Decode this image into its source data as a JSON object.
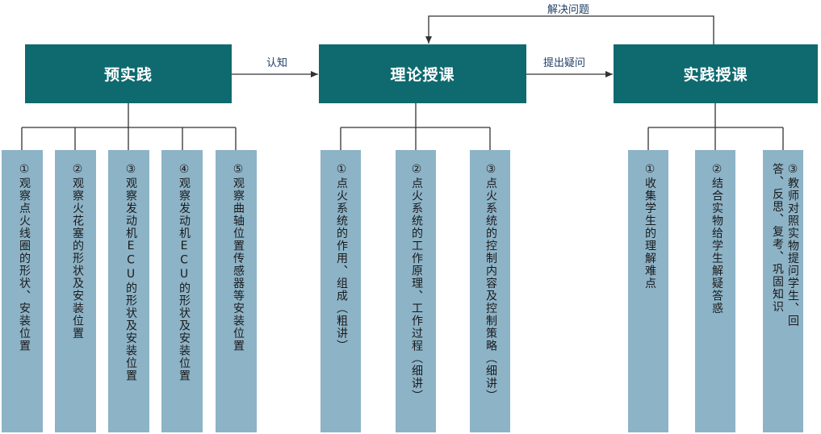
{
  "stages": [
    {
      "title": "预实践"
    },
    {
      "title": "理论授课"
    },
    {
      "title": "实践授课"
    }
  ],
  "arrows": {
    "recognize": "认知",
    "ask": "提出疑问",
    "solve": "解决问题"
  },
  "pre_items": [
    "①观察点火线圈的形状、安装位置",
    "②观察火花塞的形状及安装位置",
    "③观察发动机ECU的形状及安装位置",
    "④观察发动机ECU的形状及安装位置",
    "⑤观察曲轴位置传感器等安装位置"
  ],
  "theory_items": [
    "①点火系统的作用、组成（粗讲）",
    "②点火系统的工作原理、工作过程（细讲）",
    "③点火系统的控制内容及控制策略（细讲）"
  ],
  "practice_items": [
    "①收集学生的理解难点",
    "②结合实物给学生解疑答惑",
    "③教师对照实物提问学生、回答、反思、复考、巩固知识"
  ],
  "colors": {
    "header": "#0e6a6f",
    "column": "#8db3c7",
    "line": "#333333",
    "label": "#1f3f66"
  }
}
